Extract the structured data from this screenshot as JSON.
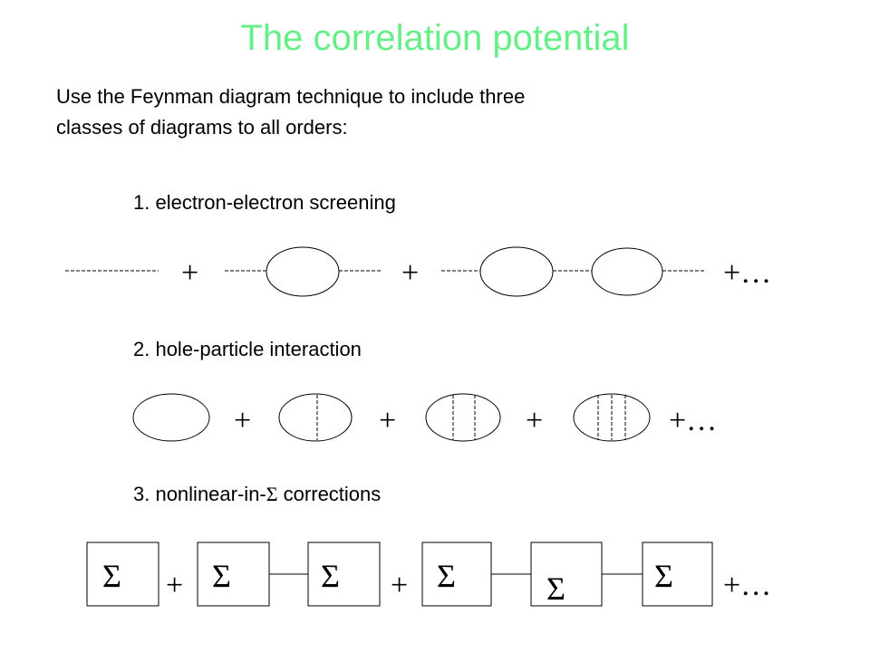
{
  "title": "The correlation potential",
  "intro": {
    "line1": "Use the Feynman diagram technique to include three",
    "line2": "classes of diagrams to all orders:"
  },
  "items": [
    {
      "label": "1. electron-electron screening"
    },
    {
      "label": "2. hole-particle interaction"
    },
    {
      "label_prefix": "3. nonlinear-in-",
      "label_symbol": "Σ",
      "label_suffix": " corrections"
    }
  ],
  "symbols": {
    "plus": "+",
    "plus_dots": "+…",
    "sigma": "Σ"
  },
  "colors": {
    "title": "#66ee88",
    "text": "#000000"
  }
}
